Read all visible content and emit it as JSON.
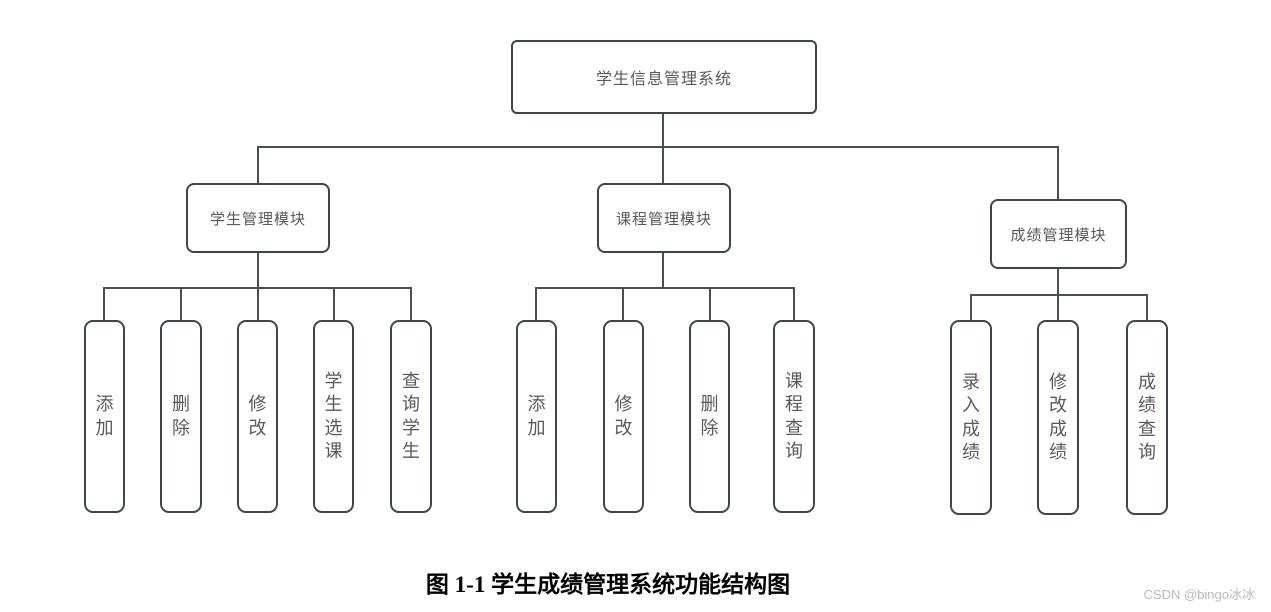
{
  "diagram": {
    "root": {
      "label": "学生信息管理系统"
    },
    "modules": [
      {
        "label": "学生管理模块",
        "children": [
          "添加",
          "删除",
          "修改",
          "学生选课",
          "查询学生"
        ]
      },
      {
        "label": "课程管理模块",
        "children": [
          "添加",
          "修改",
          "删除",
          "课程查询"
        ]
      },
      {
        "label": "成绩管理模块",
        "children": [
          "录入成绩",
          "修改成绩",
          "成绩查询"
        ]
      }
    ]
  },
  "caption": "图 1-1 学生成绩管理系统功能结构图",
  "watermark": "CSDN @bingo冰冰",
  "colors": {
    "background": "#ffffff",
    "border": "#3f454c",
    "line": "#4a4f55",
    "text": "#595959",
    "caption": "#000000",
    "watermark": "#b9b9b9"
  }
}
